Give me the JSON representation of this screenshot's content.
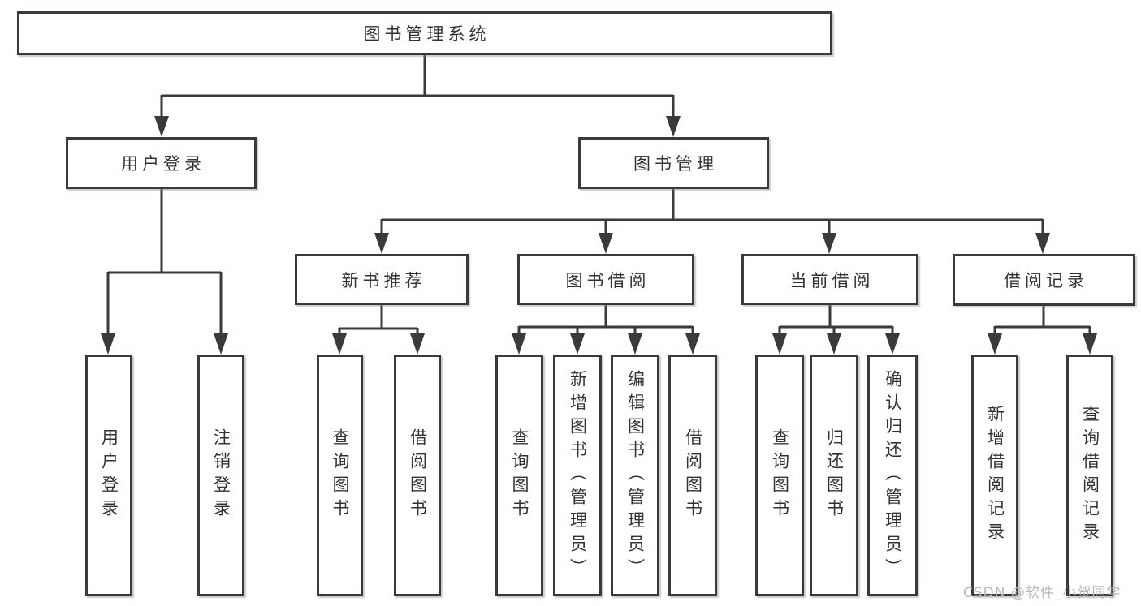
{
  "colors": {
    "line": "#3a3a3a",
    "box_border": "#3a3a3a",
    "box_background": "#ffffff",
    "text": "#333333",
    "watermark": "#b8b8b8"
  },
  "tree": {
    "root": "图书管理系统",
    "branches": [
      {
        "label": "用户登录",
        "children": [
          "用户登录",
          "注销登录"
        ]
      },
      {
        "label": "图书管理",
        "children": [
          {
            "label": "新书推荐",
            "children": [
              "查询图书",
              "借阅图书"
            ]
          },
          {
            "label": "图书借阅",
            "children": [
              "查询图书",
              "新增图书（管理员）",
              "编辑图书（管理员）",
              "借阅图书"
            ]
          },
          {
            "label": "当前借阅",
            "children": [
              "查询图书",
              "归还图书",
              "确认归还（管理员）"
            ]
          },
          {
            "label": "借阅记录",
            "children": [
              "新增借阅记录",
              "查询借阅记录"
            ]
          }
        ]
      }
    ]
  },
  "watermark": {
    "text": "CSDN @软件_小贺同学"
  }
}
